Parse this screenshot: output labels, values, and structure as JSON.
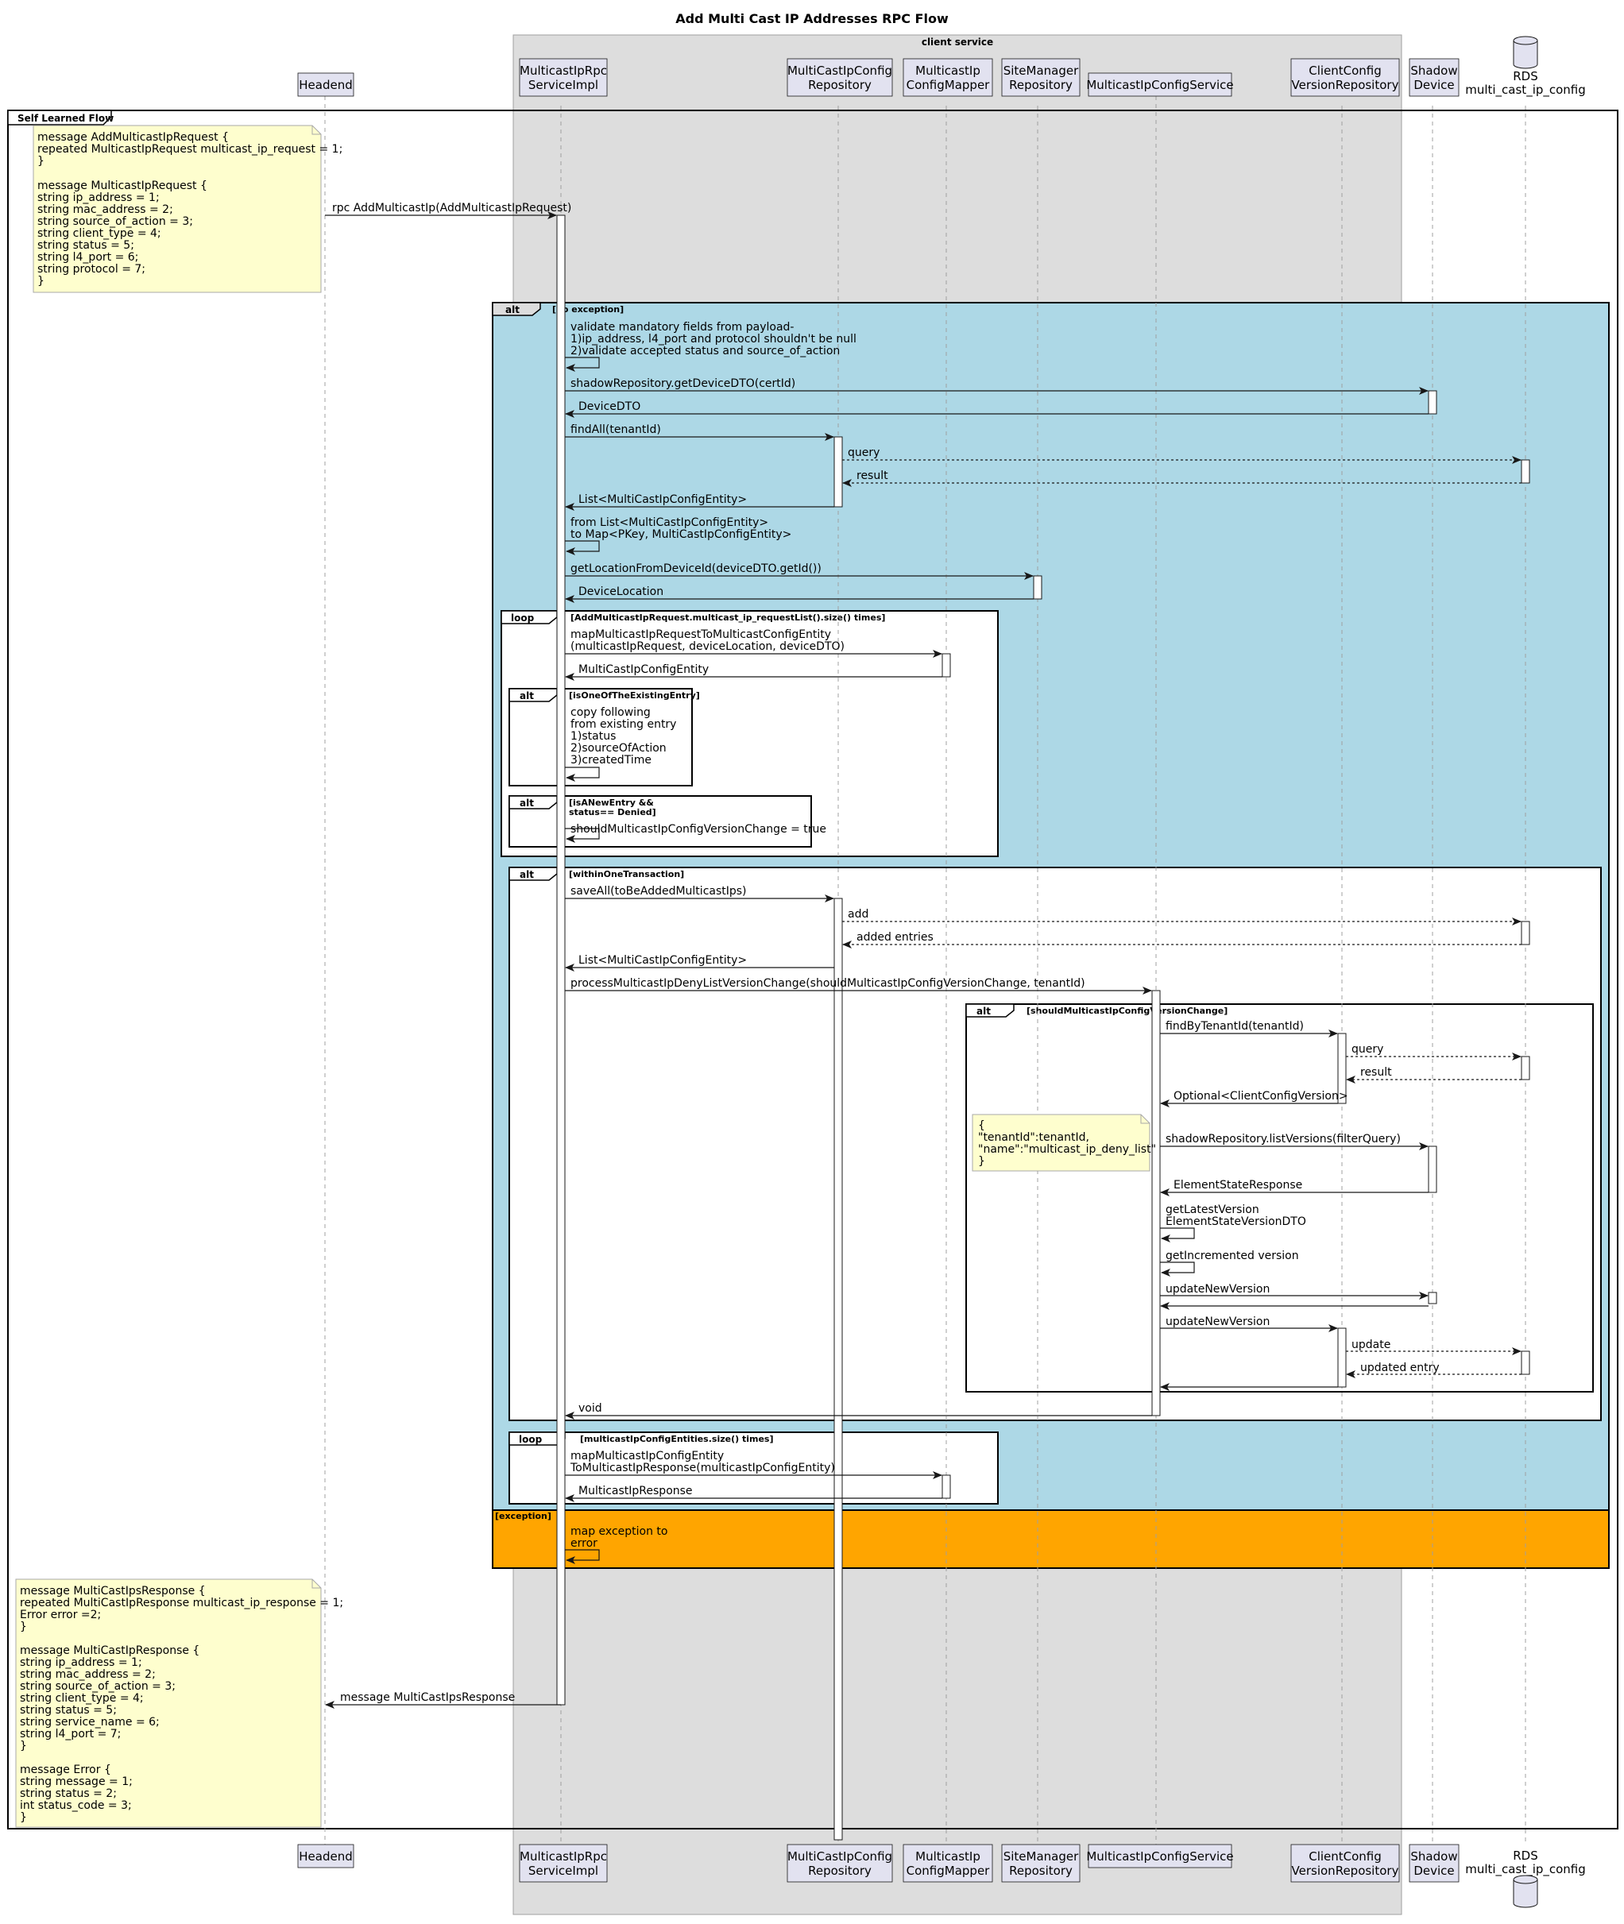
{
  "title": "Add Multi Cast IP Addresses RPC Flow",
  "box_title": "client service",
  "participants": {
    "headend": "Headend",
    "rpc": [
      "MulticastIpRpc",
      "ServiceImpl"
    ],
    "repo": [
      "MultiCastIpConfig",
      "Repository"
    ],
    "mapper": [
      "MulticastIp",
      "ConfigMapper"
    ],
    "site": [
      "SiteManager",
      "Repository"
    ],
    "svc": "MulticastIpConfigService",
    "ccv": [
      "ClientConfig",
      "VersionRepository"
    ],
    "shadow": [
      "Shadow",
      "Device"
    ],
    "rds": [
      "RDS",
      "multi_cast_ip_config"
    ]
  },
  "frames": {
    "self_learned": "Self Learned Flow",
    "alt_kw": "alt",
    "loop_kw": "loop",
    "alt_main_guard": "[no exception]",
    "exception_guard": "[exception]",
    "loop1_guard": "[AddMulticastIpRequest.multicast_ip_requestList().size() times]",
    "alt_existing_guard": "[isOneOfTheExistingEntry]",
    "alt_new_guard": [
      "[isANewEntry &&",
      " status== Denied]"
    ],
    "alt_tx_guard": "[withinOneTransaction]",
    "alt_version_guard": "[shouldMulticastIpConfigVersionChange]",
    "loop2_guard": "[multicastIpConfigEntities.size() times]"
  },
  "notes": {
    "request": [
      "message AddMulticastIpRequest {",
      "repeated MulticastIpRequest multicast_ip_request = 1;",
      "}",
      "",
      "message MulticastIpRequest {",
      "string ip_address = 1;",
      "string mac_address = 2;",
      "string source_of_action = 3;",
      "string client_type = 4;",
      "string status = 5;",
      "string l4_port = 6;",
      "string protocol = 7;",
      "}"
    ],
    "filter": [
      "{",
      "\"tenantId\":tenantId,",
      "\"name\":\"multicast_ip_deny_list\"",
      "}"
    ],
    "response": [
      "message MultiCastIpsResponse {",
      "repeated MultiCastIpResponse multicast_ip_response = 1;",
      "Error error =2;",
      "}",
      "",
      "message MultiCastIpResponse {",
      "string ip_address = 1;",
      "string mac_address = 2;",
      "string source_of_action = 3;",
      "string client_type = 4;",
      "string status = 5;",
      "string service_name = 6;",
      "string l4_port = 7;",
      "}",
      "",
      "message Error {",
      "string message = 1;",
      "string status = 2;",
      "int status_code = 3;",
      "}"
    ]
  },
  "messages": {
    "rpc_call": "rpc AddMulticastIp(AddMulticastIpRequest)",
    "validate": [
      "validate mandatory fields from payload-",
      "1)ip_address, l4_port and protocol shouldn't be null",
      "2)validate accepted status and source_of_action"
    ],
    "get_device": "shadowRepository.getDeviceDTO(certId)",
    "device_dto": "DeviceDTO",
    "find_all": "findAll(tenantId)",
    "query": "query",
    "result": "result",
    "list_entities": "List<MultiCastIpConfigEntity>",
    "to_map": [
      "from List<MultiCastIpConfigEntity>",
      "to Map<PKey, MultiCastIpConfigEntity>"
    ],
    "get_location": "getLocationFromDeviceId(deviceDTO.getId())",
    "device_location": "DeviceLocation",
    "map_request": [
      "mapMulticastIpRequestToMulticastConfigEntity",
      "(multicastIpRequest, deviceLocation, deviceDTO)"
    ],
    "entity": "MultiCastIpConfigEntity",
    "copy": [
      "copy following",
      " from existing entry",
      "1)status",
      "2)sourceOfAction",
      "3)createdTime"
    ],
    "should_change": "shouldMulticastIpConfigVersionChange = true",
    "save_all": "saveAll(toBeAddedMulticastIps)",
    "add": "add",
    "added_entries": "added entries",
    "process": "processMulticastIpDenyListVersionChange(shouldMulticastIpConfigVersionChange, tenantId)",
    "find_tenant": "findByTenantId(tenantId)",
    "optional": "Optional<ClientConfigVersion>",
    "list_versions": "shadowRepository.listVersions(filterQuery)",
    "element_state": "ElementStateResponse",
    "latest": [
      "getLatestVersion",
      " ElementStateVersionDTO"
    ],
    "incremented": "getIncremented version",
    "update_new": "updateNewVersion",
    "update": "update",
    "updated_entry": "updated entry",
    "void": "void",
    "map_entity": [
      "mapMulticastIpConfigEntity",
      "ToMulticastIpResponse(multicastIpConfigEntity)"
    ],
    "ip_response": "MulticastIpResponse",
    "map_exception": [
      "map exception to",
      "error"
    ],
    "final": "message MultiCastIpsResponse"
  },
  "colors": {
    "alt_fill": "#add8e6",
    "exception_fill": "#ffa500",
    "box_fill": "#dddddd",
    "participant_fill": "#e2e2f0",
    "note_fill": "#fefece"
  }
}
